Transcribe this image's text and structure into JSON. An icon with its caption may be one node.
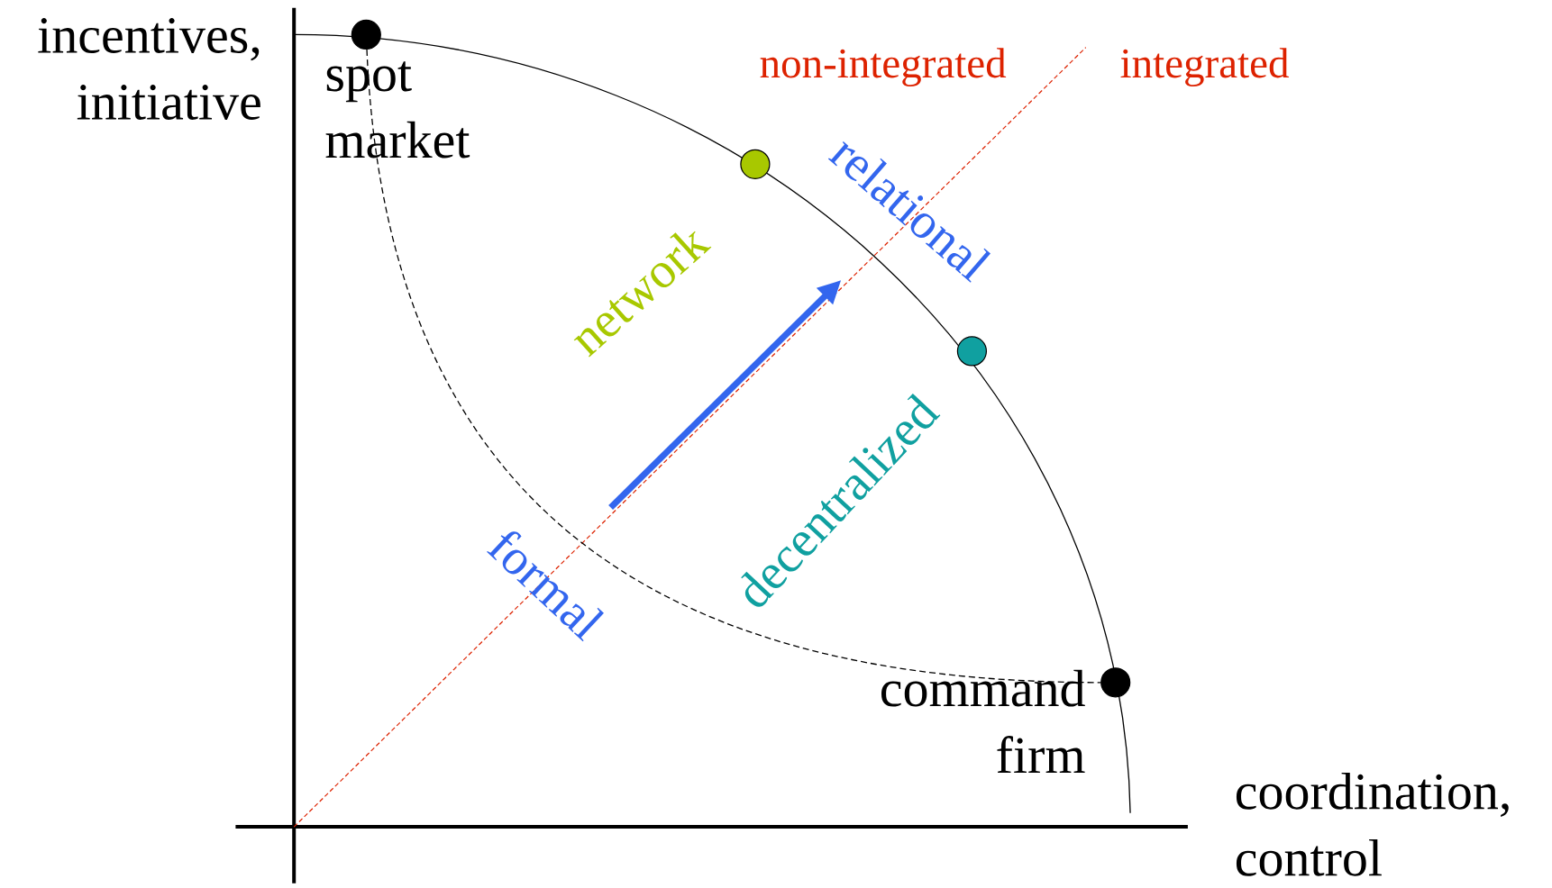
{
  "diagram": {
    "nodes": [
      {
        "text": [
          "spot market"
        ]
      },
      {
        "text": [],
        "shape": "circle"
      },
      {
        "text": [],
        "shape": "circle"
      },
      {
        "text": [
          "command firm"
        ]
      }
    ],
    "edges": [
      {
        "from": 0,
        "to": 3,
        "arrow": "none",
        "style": "dashed"
      }
    ],
    "labels": [
      "incentives, initiative",
      "non-integrated",
      "integrated",
      "relational",
      "network",
      "decentralized",
      "formal",
      "coordination, control"
    ]
  }
}
